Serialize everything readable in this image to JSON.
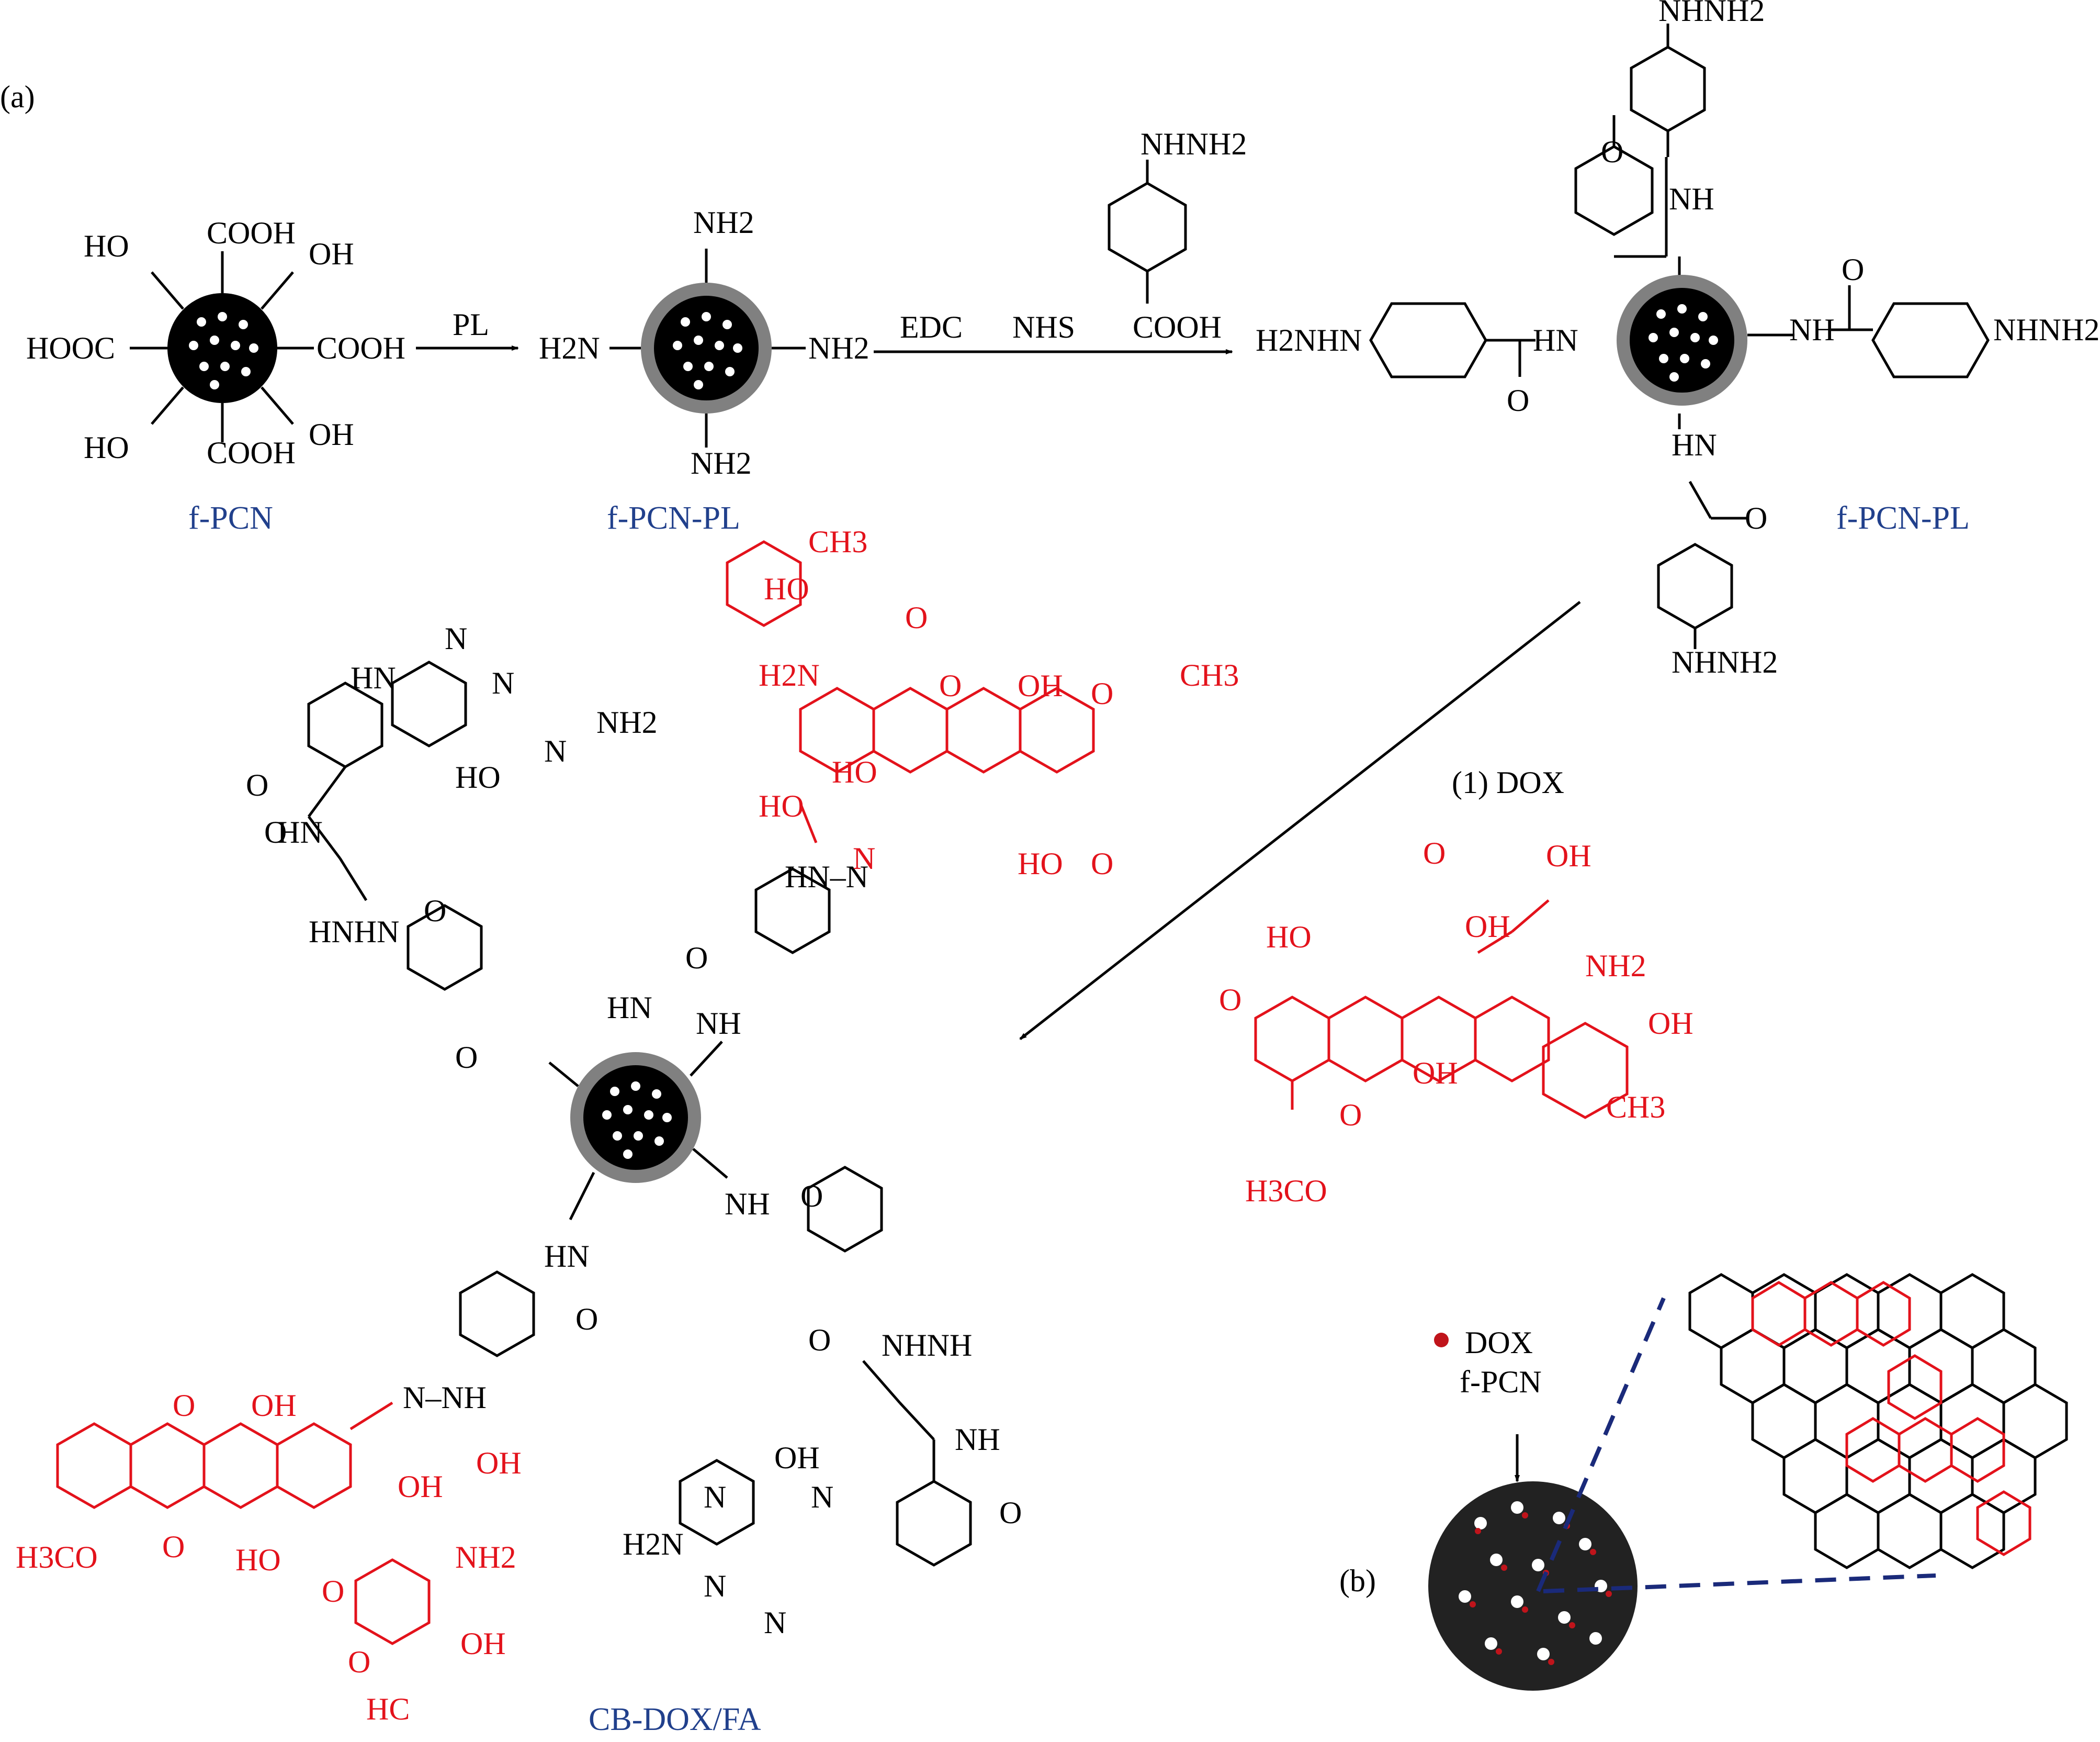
{
  "panels": {
    "a": "(a)",
    "b": "(b)"
  },
  "compounds": {
    "f_pcn": "f-PCN",
    "f_pcn_pl_1": "f-PCN-PL",
    "f_pcn_pl_2": "f-PCN-PL",
    "product": "CB-DOX/FA"
  },
  "reagents": {
    "pl": "PL",
    "edc": "EDC",
    "nhs": "NHS",
    "step_dox": "(1)  DOX"
  },
  "groups": {
    "oh": "OH",
    "ho": "HO",
    "cooh": "COOH",
    "hooc": "HOOC",
    "nh2": "NH2",
    "h2n": "H2N",
    "nhnh2": "NHNH2",
    "h2nhn": "H2NHN",
    "hn": "HN",
    "nh": "NH",
    "o": "O",
    "n": "N",
    "ch3": "CH3",
    "h3co": "H3CO",
    "hc": "HC",
    "hnhn": "HNHN",
    "nhnh": "NHNH",
    "hn_n": "HN–N",
    "n_nh": "N–NH"
  },
  "legend": {
    "dox": "DOX",
    "fpcn": "f-PCN"
  },
  "colors": {
    "dox": "#e3121b",
    "label_blue": "#21408c",
    "core": "#000000",
    "shell": "#808080"
  }
}
